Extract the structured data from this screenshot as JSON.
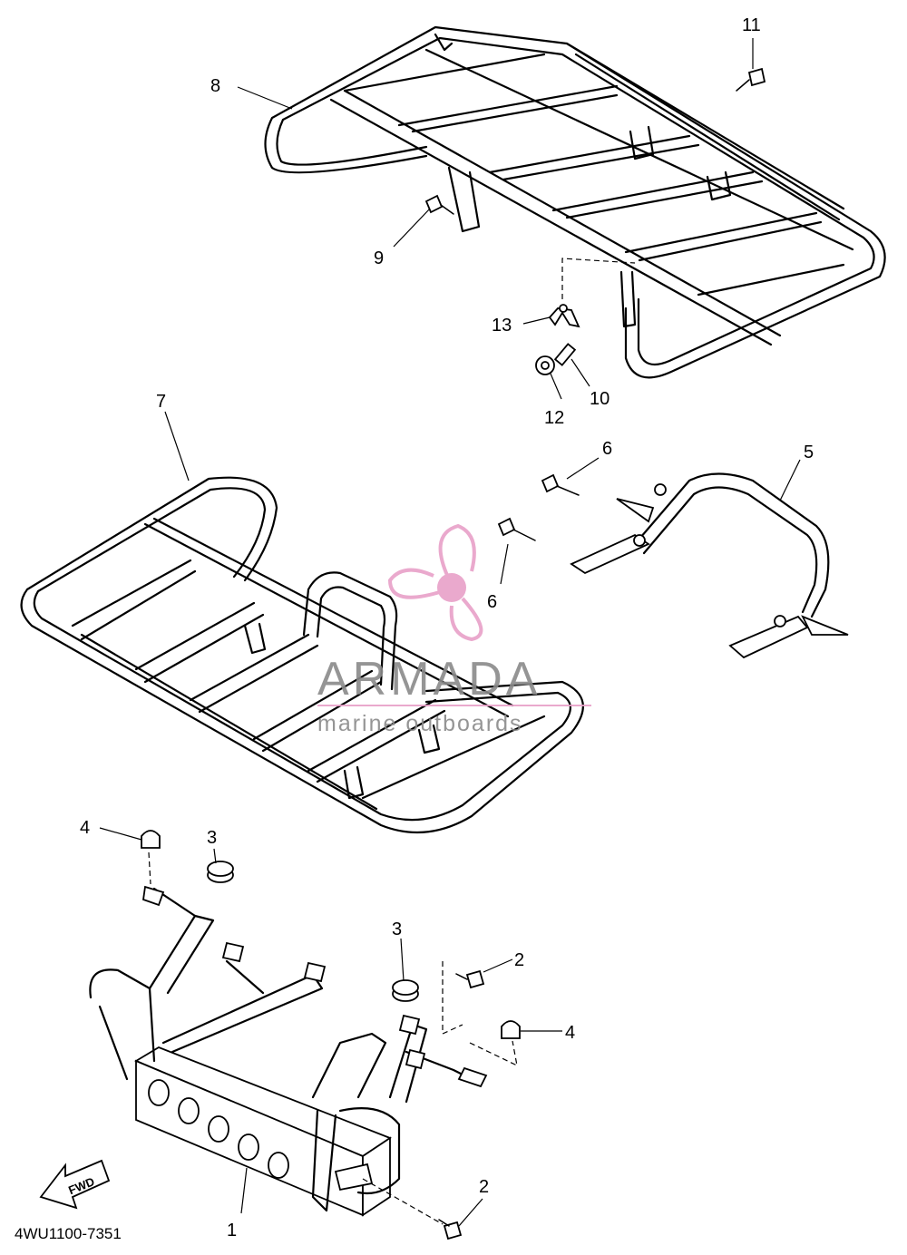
{
  "diagram": {
    "callouts": [
      "1",
      "2",
      "2",
      "3",
      "3",
      "4",
      "4",
      "5",
      "6",
      "6",
      "7",
      "8",
      "9",
      "10",
      "11",
      "12",
      "13"
    ],
    "part_code": "4WU1100-7351",
    "fwd_label": "FWD"
  },
  "watermark": {
    "brand": "ARMADA",
    "tagline": "marine outboards",
    "logo_color": "#e8a0c8",
    "text_color": "#8a8a8a"
  }
}
